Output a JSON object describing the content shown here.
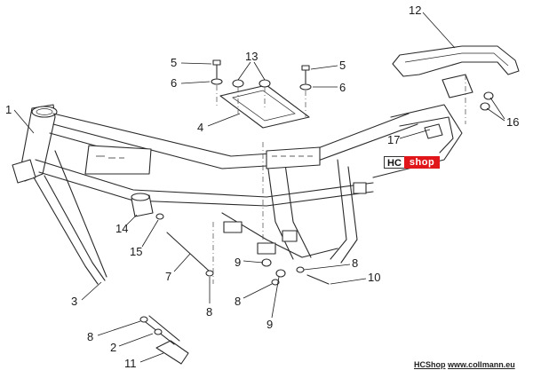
{
  "diagram": {
    "callouts": [
      "1",
      "2",
      "3",
      "4",
      "5",
      "5",
      "6",
      "6",
      "7",
      "8",
      "8",
      "8",
      "8",
      "9",
      "9",
      "10",
      "11",
      "12",
      "13",
      "14",
      "15",
      "16",
      "17"
    ]
  },
  "badge": {
    "hc": "HC",
    "shop": "shop",
    "accent": "#e0161b"
  },
  "footer": {
    "brand": "HCShop",
    "url": "www.collmann.eu"
  }
}
